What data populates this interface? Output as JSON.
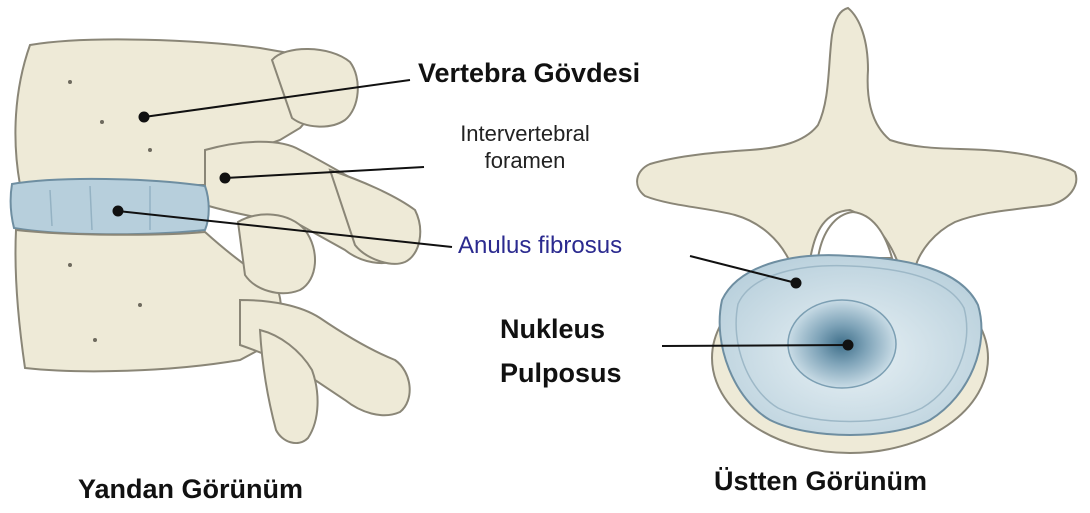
{
  "labels": {
    "vertebra_body": "Vertebra Gövdesi",
    "foramen_line1": "Intervertebral",
    "foramen_line2": "foramen",
    "anulus": "Anulus fibrosus",
    "nucleus_line1": "Nukleus",
    "nucleus_line2": "Pulposus"
  },
  "captions": {
    "side_view": "Yandan Görünüm",
    "top_view": "Üstten Görünüm"
  },
  "colors": {
    "bone_fill": "#eeead7",
    "bone_stroke": "#8a8677",
    "disc_fill": "#b7cfdc",
    "disc_stroke": "#6e8ea1",
    "nucleus_core": "#4b7e99",
    "anulus_text": "#2b2a8f",
    "leader_line": "#111111"
  }
}
